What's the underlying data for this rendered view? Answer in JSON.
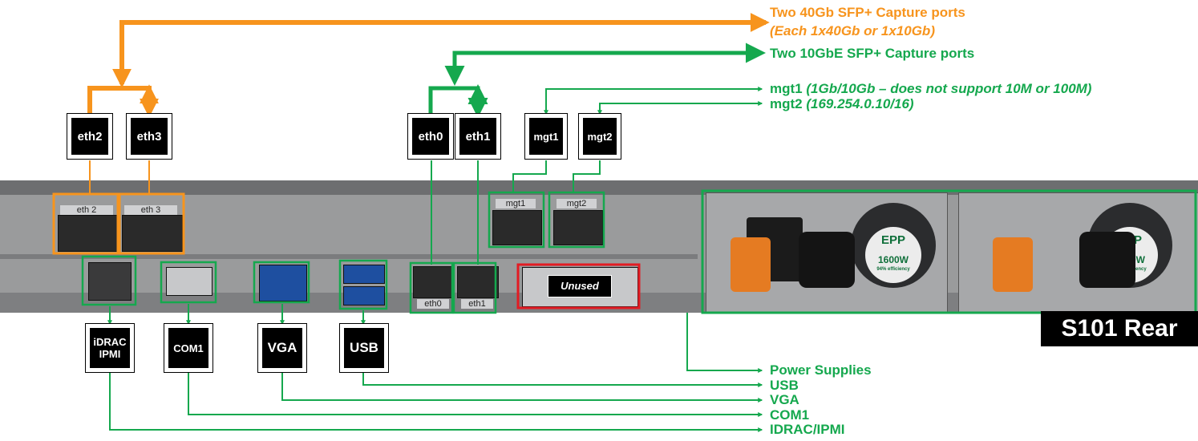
{
  "colors": {
    "orange": "#f7941d",
    "green": "#15a84e",
    "red": "#e31b23"
  },
  "title": "S101 Rear",
  "top_labels": {
    "sfp40_line1": "Two 40Gb SFP+ Capture ports",
    "sfp40_line2": "(Each 1x40Gb or 1x10Gb)",
    "sfp10": "Two 10GbE SFP+ Capture ports",
    "mgt1_name": "mgt1",
    "mgt1_note": "(1Gb/10Gb – does not support 10M or 100M)",
    "mgt2_name": "mgt2",
    "mgt2_note": "(169.254.0.10/16)"
  },
  "callout_boxes": {
    "eth2": "eth2",
    "eth3": "eth3",
    "eth0": "eth0",
    "eth1": "eth1",
    "mgt1": "mgt1",
    "mgt2": "mgt2",
    "idrac_line1": "iDRAC",
    "idrac_line2": "IPMI",
    "com1": "COM1",
    "vga": "VGA",
    "usb": "USB"
  },
  "chassis_port_labels": {
    "eth2": "eth 2",
    "eth3": "eth 3",
    "mgt1": "mgt1",
    "mgt2": "mgt2",
    "eth0": "eth0",
    "eth1": "eth1",
    "unused": "Unused"
  },
  "psu": {
    "label": "EPP",
    "rating": "1600W",
    "efficiency": "94% efficiency"
  },
  "bottom_labels": {
    "power": "Power Supplies",
    "usb": "USB",
    "vga": "VGA",
    "com1": "COM1",
    "idrac": "IDRAC/IPMI"
  }
}
